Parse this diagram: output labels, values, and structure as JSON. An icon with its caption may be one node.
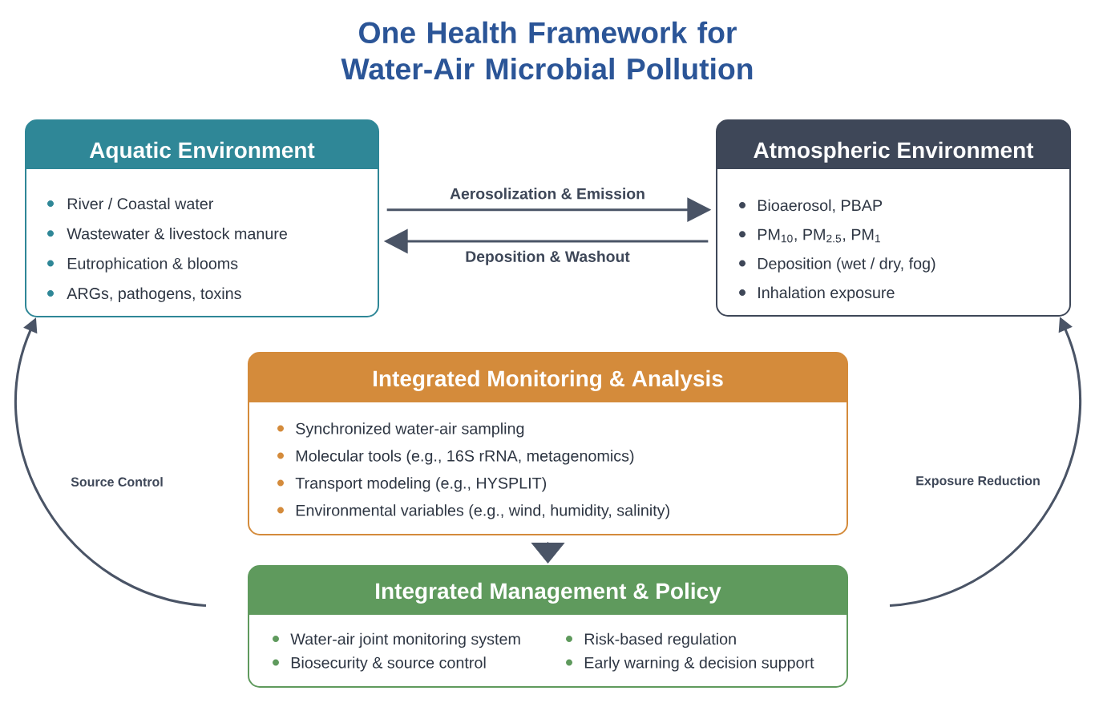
{
  "diagram": {
    "title": "One Health Framework for Water-Air Microbial Pollution",
    "nodes": [
      {
        "text": [
          "Aquatic Environment",
          "River / Coastal water",
          "Wastewater & livestock manure",
          "Eutrophication & blooms",
          "ARGs, pathogens, toxins"
        ]
      },
      {
        "text": [
          "Atmospheric Environment",
          "Bioaerosol, PBAP",
          "PM$_{10}$, PM$_{2.5}$, PM$_{1}$",
          "Deposition (wet / dry, fog)",
          "Inhalation exposure"
        ]
      },
      {
        "text": [
          "Integrated Monitoring & Analysis",
          "Synchronized water-air sampling",
          "Molecular tools (e.g., 16S rRNA, metagenomics)",
          "Transport modeling (e.g., HYSPLIT)",
          "Environmental variables (e.g., wind, humidity, salinity)"
        ]
      },
      {
        "text": [
          "Integrated Management & Policy",
          "Water-air joint monitoring system",
          "Risk-based regulation",
          "Biosecurity & source control",
          "Early warning & decision support"
        ]
      }
    ],
    "edges": [
      {
        "from": 0,
        "to": 1,
        "arrow": "to",
        "label": "Aerosolization & Emission"
      },
      {
        "from": 1,
        "to": 0,
        "arrow": "to",
        "label": "Deposition & Washout"
      },
      {
        "from": 2,
        "to": 3,
        "arrow": "to"
      },
      {
        "from": 3,
        "to": 0,
        "arrow": "to",
        "label": "Source Control"
      },
      {
        "from": 3,
        "to": 1,
        "arrow": "to",
        "label": "Exposure Reduction"
      }
    ]
  }
}
